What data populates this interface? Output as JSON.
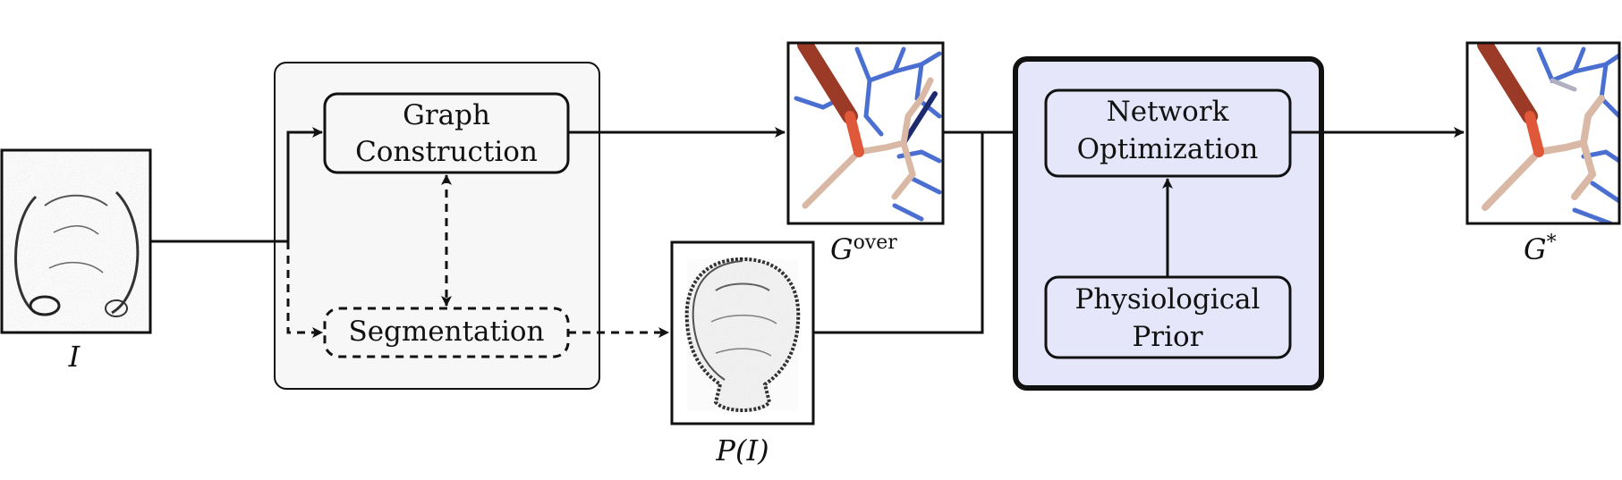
{
  "boxes": {
    "graph_construction": {
      "line1": "Graph",
      "line2": "Construction"
    },
    "segmentation": {
      "label": "Segmentation"
    },
    "network_optimization": {
      "line1": "Network",
      "line2": "Optimization"
    },
    "physiological_prior": {
      "line1": "Physiological",
      "line2": "Prior"
    }
  },
  "labels": {
    "input": "I",
    "g_over_base": "G",
    "g_over_sup": "over",
    "prob_map": "P(I)",
    "g_star_base": "G",
    "g_star_sup": "*"
  },
  "colors": {
    "stroke": "#111111",
    "pipeline_group_fill": "#f7f7f7",
    "optimization_group_fill": "#e6e6fa",
    "vessel_artery_dark": "#9c3a28",
    "vessel_artery_mid": "#e0583a",
    "vessel_vein": "#4a6fd0",
    "vessel_neutral": "#d9b9a5"
  }
}
